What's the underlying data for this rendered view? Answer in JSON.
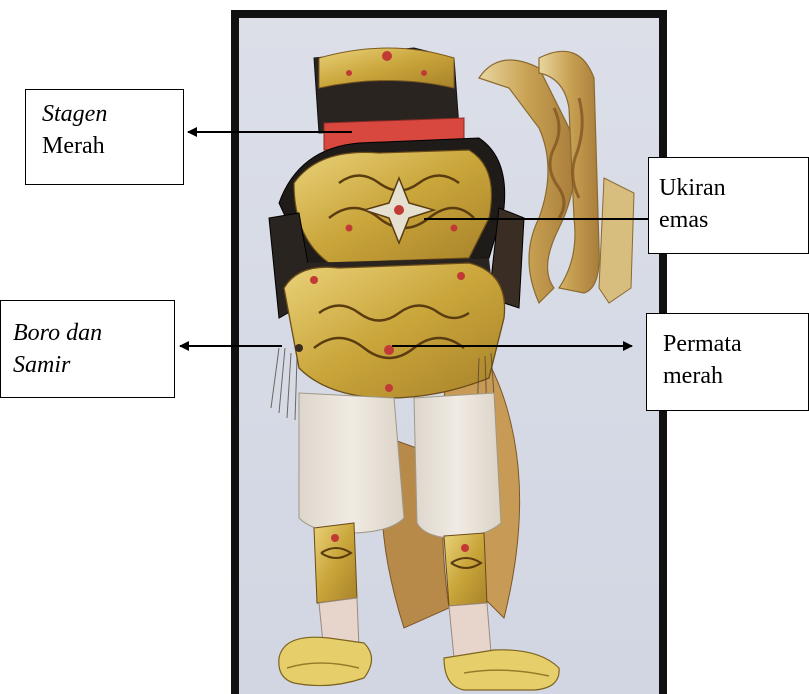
{
  "labels": {
    "stagen": {
      "line1": "Stagen",
      "line2": "Merah"
    },
    "ukiran": {
      "line1": "Ukiran",
      "line2": "emas"
    },
    "boro": {
      "line1": "Boro dan",
      "line2": "Samir"
    },
    "permata": {
      "line1": "Permata",
      "line2": "merah"
    }
  },
  "colors": {
    "frame": "#111111",
    "paper": "#d8dce6",
    "gold": "#d9b94a",
    "red_sash": "#d9483f",
    "dark": "#2a2420",
    "cream": "#ece6dc",
    "arrow": "#000000"
  }
}
